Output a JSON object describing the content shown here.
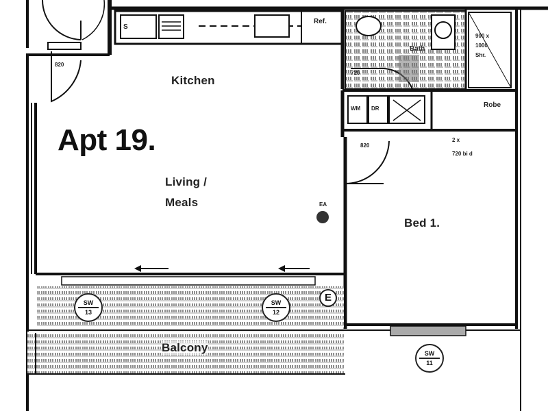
{
  "title": "Apt 19.",
  "rooms": {
    "kitchen": "Kitchen",
    "living_line1": "Living /",
    "living_line2": "Meals",
    "bed": "Bed 1.",
    "balcony": "Balcony",
    "bath": "Bath",
    "robe": "Robe"
  },
  "fixtures": {
    "fridge": "Ref.",
    "sink": "S",
    "wm": "WM",
    "dr": "DR",
    "shower_line1": "900 x",
    "shower_line2": "1000",
    "shower_line3": "Shr.",
    "bath_size": "720",
    "ea": "EA",
    "e_symbol": "E"
  },
  "dimensions": {
    "door_entry": "820",
    "door_bed": "820",
    "robe_size_line1": "2 x",
    "robe_size_line2": "720 bi d"
  },
  "windows": [
    {
      "code": "SW",
      "num": "13"
    },
    {
      "code": "SW",
      "num": "12"
    },
    {
      "code": "SW",
      "num": "11"
    }
  ]
}
